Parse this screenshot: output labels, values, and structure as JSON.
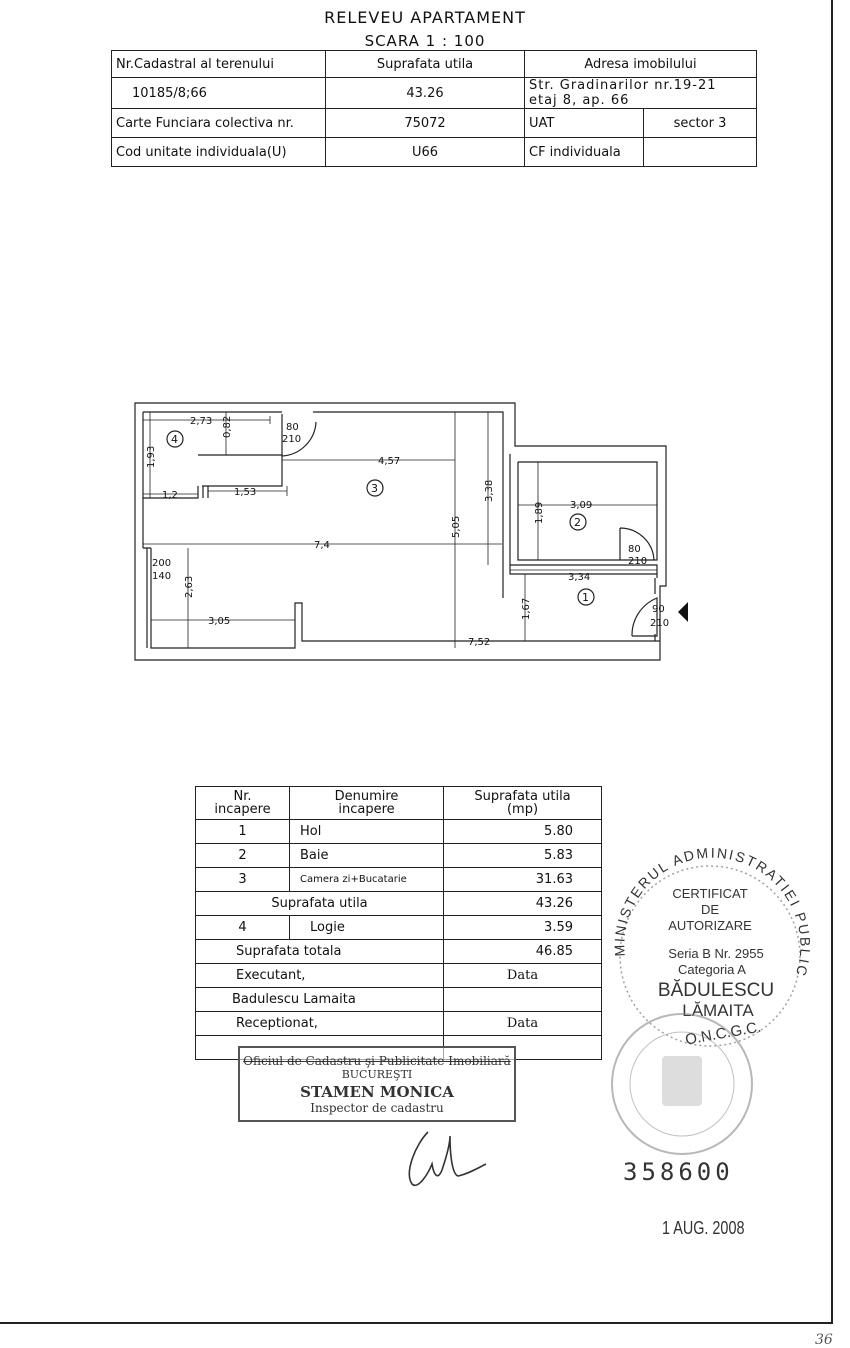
{
  "header": {
    "title": "RELEVEU APARTAMENT",
    "scale": "SCARA 1 : 100"
  },
  "info": {
    "cadastral_label": "Nr.Cadastral al terenului",
    "cadastral_value": "10185/8;66",
    "area_label": "Suprafata utila",
    "area_value": "43.26",
    "address_label": "Adresa imobilului",
    "address_line1": "Str. Gradinarilor nr.19-21",
    "address_line2": "etaj 8, ap. 66",
    "cf_label": "Carte Funciara colectiva nr.",
    "cf_value": "75072",
    "uat_label": "UAT",
    "uat_value": "sector 3",
    "unit_label": "Cod unitate individuala(U)",
    "unit_value": "U66",
    "cf_ind_label": "CF individuala",
    "cf_ind_value": ""
  },
  "plan": {
    "dims": {
      "d273": "2,73",
      "d082": "0,82",
      "d193": "1,93",
      "d12": "1,2",
      "d153": "1,53",
      "d457": "4,57",
      "d338": "3,38",
      "d505": "5,05",
      "d74": "7,4",
      "d263": "2,63",
      "d305": "3,05",
      "d752": "7,52",
      "d309": "3,09",
      "d189": "1,89",
      "d334": "3,34",
      "d167": "1,67"
    },
    "doors": {
      "door_a_w": "80",
      "door_a_h": "210",
      "door_b_w": "80",
      "door_b_h": "210",
      "door_c_w": "90",
      "door_c_h": "210",
      "window_w": "200",
      "window_h": "140"
    },
    "rooms": {
      "r1": "1",
      "r2": "2",
      "r3": "3",
      "r4": "4"
    }
  },
  "rooms_table": {
    "h_nr": "Nr.",
    "h_nr2": "incapere",
    "h_name": "Denumire",
    "h_name2": "incapere",
    "h_area": "Suprafata utila",
    "h_area2": "(mp)",
    "rows": [
      {
        "nr": "1",
        "name": "Hol",
        "area": "5.80"
      },
      {
        "nr": "2",
        "name": "Baie",
        "area": "5.83"
      },
      {
        "nr": "3",
        "name": "Camera zi+Bucatarie",
        "area": "31.63"
      }
    ],
    "useful_label": "Suprafata utila",
    "useful_value": "43.26",
    "logie_nr": "4",
    "logie_name": "Logie",
    "logie_area": "3.59",
    "total_label": "Suprafata totala",
    "total_value": "46.85",
    "executant_label": "Executant,",
    "executant_date": "Data",
    "executant_name": "Badulescu Lamaita",
    "receptionat_label": "Receptionat,",
    "receptionat_date": "Data"
  },
  "office_stamp": {
    "line1": "Oficiul de Cadastru şi Publicitate Imobiliară",
    "line2": "BUCUREŞTI",
    "line3": "STAMEN MONICA",
    "line4": "Inspector de cadastru"
  },
  "seal": {
    "ring": "MINISTERUL ADMINISTRATIEI PUBLICE",
    "l1": "CERTIFICAT",
    "l2": "DE",
    "l3": "AUTORIZARE",
    "l4": "Seria B  Nr. 2955",
    "l5": "Categoria A",
    "l6": "BĂDULESCU",
    "l7": "LĂMAITA",
    "l8": "O.N.C.G.C."
  },
  "registration": {
    "number": "358600",
    "date": "1 AUG. 2008"
  },
  "corner_mark": "36"
}
